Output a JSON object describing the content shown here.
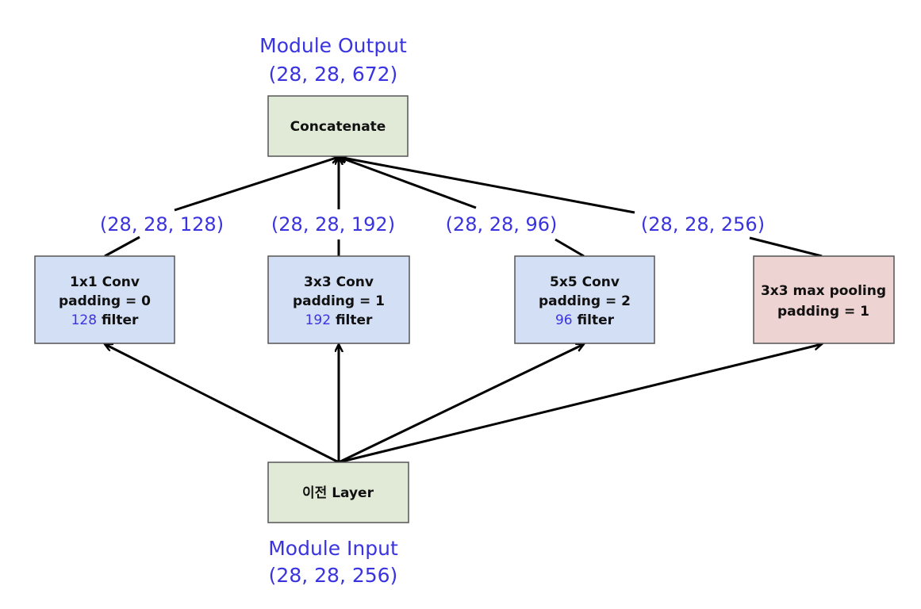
{
  "colors": {
    "label_blue": "#3a33e0",
    "green_fill": "#e0ead7",
    "blue_fill": "#d3dff4",
    "pink_fill": "#edd3d1",
    "edge": "#000000"
  },
  "output": {
    "title": "Module Output",
    "shape": "(28, 28, 672)"
  },
  "input": {
    "title": "Module Input",
    "shape": "(28, 28, 256)"
  },
  "concat": {
    "label": "Concatenate"
  },
  "prev_layer": {
    "label": "이전 Layer"
  },
  "branches": [
    {
      "line1": "1x1 Conv",
      "line2": "padding = 0",
      "filter_count": "128",
      "filter_word": " filter",
      "out_shape": "(28, 28, 128)"
    },
    {
      "line1": "3x3 Conv",
      "line2": "padding = 1",
      "filter_count": "192",
      "filter_word": " filter",
      "out_shape": "(28, 28, 192)"
    },
    {
      "line1": "5x5 Conv",
      "line2": "padding = 2",
      "filter_count": "96",
      "filter_word": " filter",
      "out_shape": "(28, 28, 96)"
    },
    {
      "line1": "3x3 max pooling",
      "line2": "padding = 1",
      "out_shape": "(28, 28, 256)"
    }
  ]
}
